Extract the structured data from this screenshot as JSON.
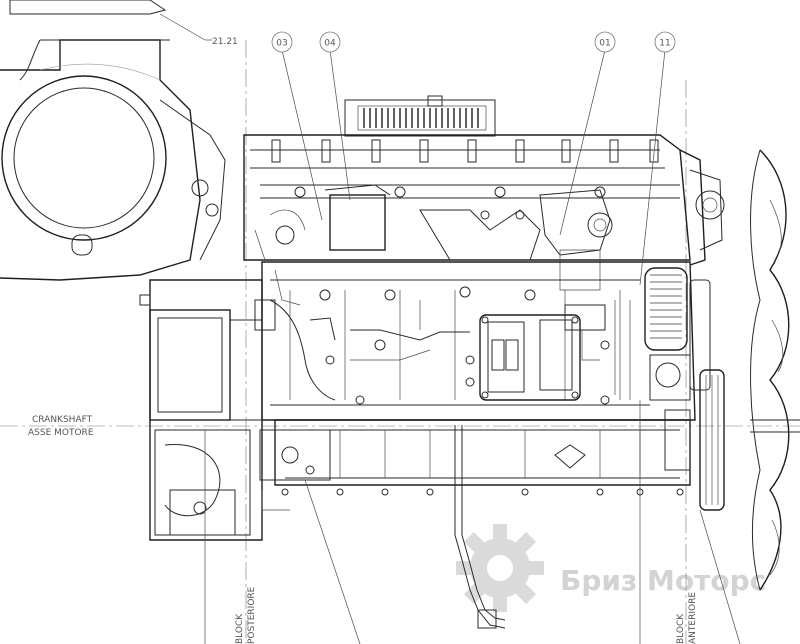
{
  "callouts": [
    {
      "id": "03",
      "label": "03"
    },
    {
      "id": "04",
      "label": "04"
    },
    {
      "id": "01",
      "label": "01"
    },
    {
      "id": "11",
      "label": "11"
    }
  ],
  "reference_label": "21.21",
  "crankshaft": {
    "line1": "CRANKSHAFT",
    "line2": "ASSE MOTORE"
  },
  "block_rear": {
    "line1": "BLOCK",
    "line2": "POSTERIORE"
  },
  "block_front": {
    "line1": "BLOCK",
    "line2": "ANTERIORE"
  },
  "watermark": {
    "text": "Бриз Моторс",
    "color": "#d3d3d3"
  }
}
